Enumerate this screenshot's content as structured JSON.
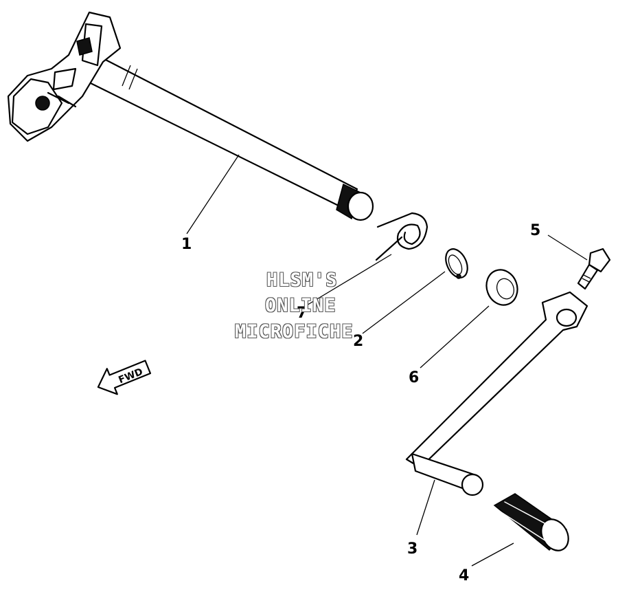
{
  "callouts": {
    "c1": "1",
    "c2": "2",
    "c3": "3",
    "c4": "4",
    "c5": "5",
    "c6": "6",
    "c7": "7"
  },
  "fwd_label": "FWD",
  "watermark": {
    "line1": "HLSM'S",
    "line2": "ONLINE",
    "line3": "MICROFICHE"
  }
}
